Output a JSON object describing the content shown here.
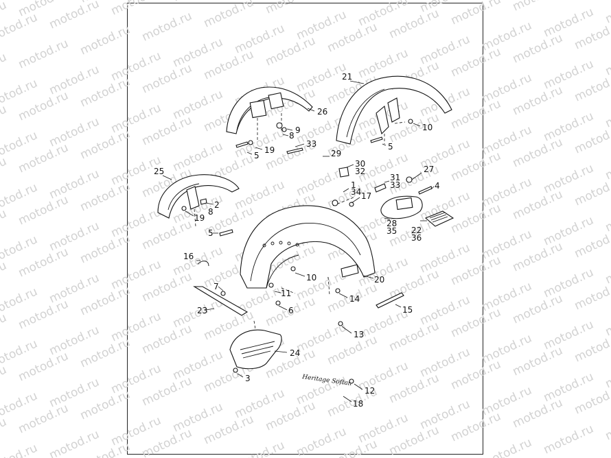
{
  "watermark": {
    "text": "motod.ru"
  },
  "colors": {
    "line": "#111111",
    "watermark": "#d2d2d2",
    "background": "#ffffff"
  },
  "callouts": [
    {
      "id": "c21",
      "label": "21"
    },
    {
      "id": "c26",
      "label": "26"
    },
    {
      "id": "c10a",
      "label": "10"
    },
    {
      "id": "c9",
      "label": "9"
    },
    {
      "id": "c8a",
      "label": "8"
    },
    {
      "id": "c33a",
      "label": "33"
    },
    {
      "id": "c19a",
      "label": "19"
    },
    {
      "id": "c5a",
      "label": "5"
    },
    {
      "id": "c5b",
      "label": "5"
    },
    {
      "id": "c29",
      "label": "29"
    },
    {
      "id": "c30",
      "label": "30"
    },
    {
      "id": "c32",
      "label": "32"
    },
    {
      "id": "c25",
      "label": "25"
    },
    {
      "id": "c27",
      "label": "27"
    },
    {
      "id": "c31",
      "label": "31"
    },
    {
      "id": "c33b",
      "label": "33"
    },
    {
      "id": "c1",
      "label": "1"
    },
    {
      "id": "c34",
      "label": "34"
    },
    {
      "id": "c17",
      "label": "17"
    },
    {
      "id": "c4",
      "label": "4"
    },
    {
      "id": "c2",
      "label": "2"
    },
    {
      "id": "c8b",
      "label": "8"
    },
    {
      "id": "c19b",
      "label": "19"
    },
    {
      "id": "c5c",
      "label": "5"
    },
    {
      "id": "c28",
      "label": "28"
    },
    {
      "id": "c35",
      "label": "35"
    },
    {
      "id": "c22",
      "label": "22"
    },
    {
      "id": "c36",
      "label": "36"
    },
    {
      "id": "c16",
      "label": "16"
    },
    {
      "id": "c10b",
      "label": "10"
    },
    {
      "id": "c20",
      "label": "20"
    },
    {
      "id": "c7",
      "label": "7"
    },
    {
      "id": "c11",
      "label": "11"
    },
    {
      "id": "c14",
      "label": "14"
    },
    {
      "id": "c15",
      "label": "15"
    },
    {
      "id": "c23",
      "label": "23"
    },
    {
      "id": "c6",
      "label": "6"
    },
    {
      "id": "c13",
      "label": "13"
    },
    {
      "id": "c24",
      "label": "24"
    },
    {
      "id": "c3",
      "label": "3"
    },
    {
      "id": "c12",
      "label": "12"
    },
    {
      "id": "c18",
      "label": "18"
    }
  ],
  "emblem": {
    "script_text": "Heritage Softail"
  }
}
